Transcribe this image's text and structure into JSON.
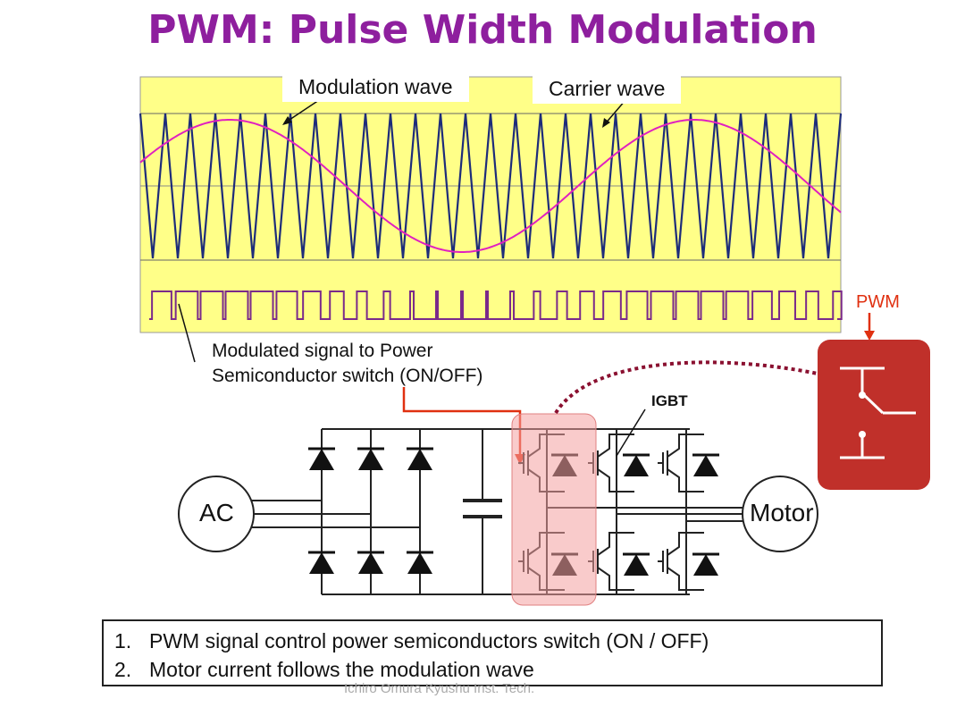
{
  "slide": {
    "title": "PWM: Pulse Width Modulation",
    "footer": "Ichiro Omura Kyushu Inst. Tech."
  },
  "waveform": {
    "modulation_label": "Modulation wave",
    "carrier_label": "Carrier wave",
    "signal_note_line1": "Modulated signal to Power",
    "signal_note_line2": "Semiconductor switch (ON/OFF)"
  },
  "circuit": {
    "ac_label": "AC",
    "motor_label": "Motor",
    "igbt_label": "IGBT",
    "pwm_label": "PWM"
  },
  "notes": [
    {
      "num": "1.",
      "text": "PWM signal control power semiconductors switch (ON / OFF)"
    },
    {
      "num": "2.",
      "text": "Motor current follows the modulation wave"
    }
  ],
  "colors": {
    "title": "#8e1f9e",
    "panel_bg": "#ffff88",
    "carrier": "#1d2c7a",
    "modulation": "#e020c0",
    "pwm_signal": "#7a2a8a",
    "highlight": "#f4a0a0",
    "switch_box": "#c0302a",
    "arrow_red": "#e03010",
    "dotted": "#8a1030"
  }
}
